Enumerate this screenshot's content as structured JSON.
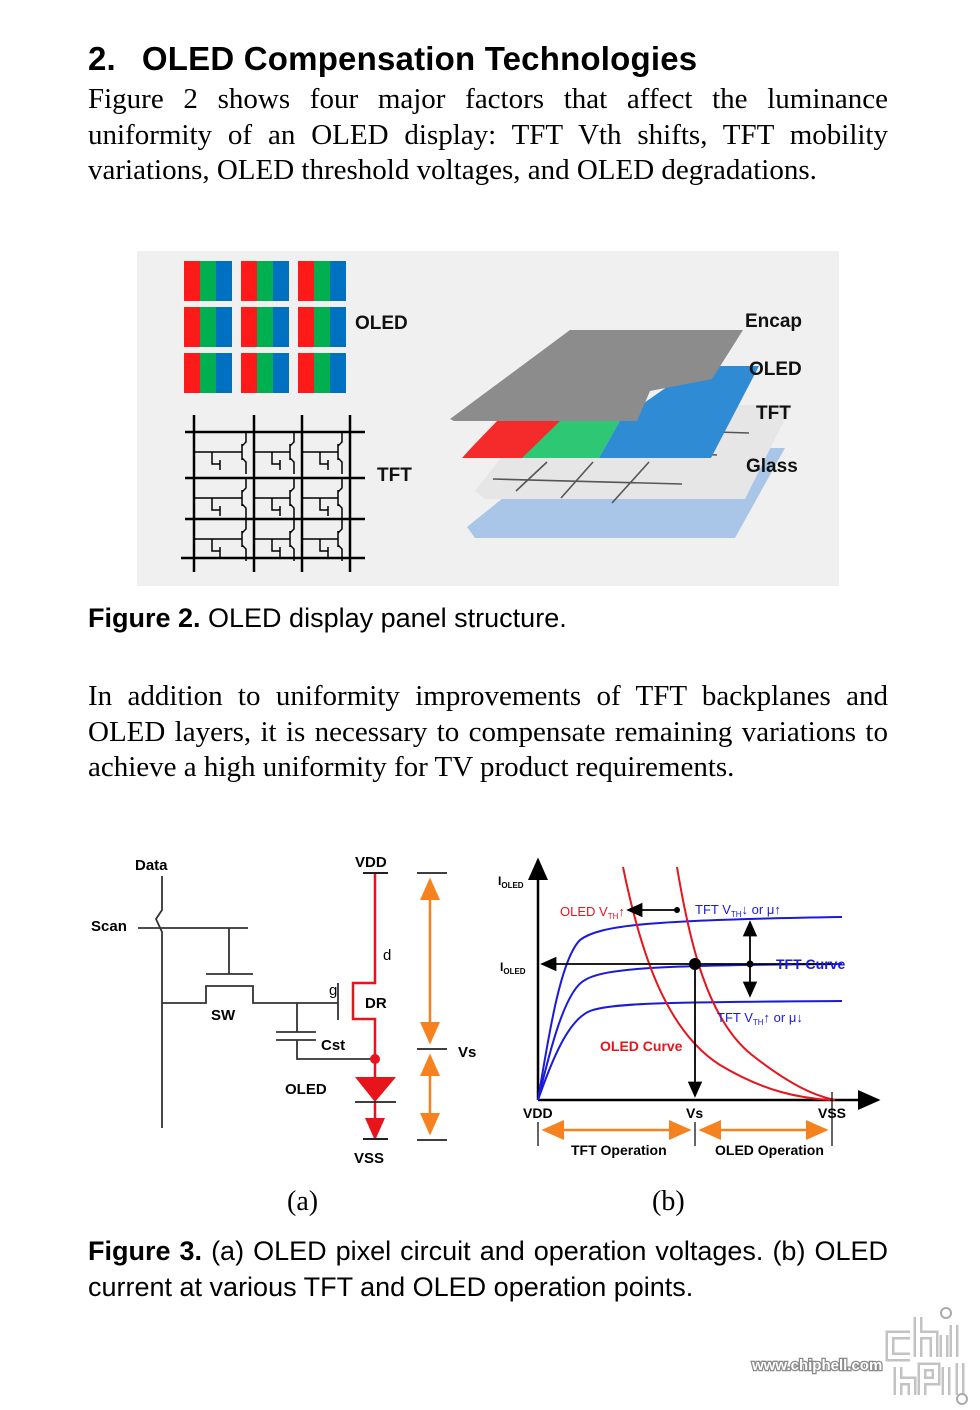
{
  "section": {
    "number": "2.",
    "title": "OLED Compensation Technologies"
  },
  "paragraphs": [
    "Figure 2 shows four major factors that affect the luminance uniformity of an OLED display: TFT Vth shifts, TFT mobility variations, OLED threshold voltages, and OLED degradations.",
    "In addition to uniformity improvements of TFT backplanes and OLED layers, it is necessary to compensate remaining variations to achieve a high uniformity for TV product requirements."
  ],
  "figure2": {
    "labels": {
      "oled_grid": "OLED",
      "tft_grid": "TFT",
      "encap": "Encap",
      "oled_layer": "OLED",
      "tft_layer": "TFT",
      "glass": "Glass"
    },
    "colors": {
      "red": "#ff1a1a",
      "green": "#00b050",
      "blue": "#0070c0",
      "encap": "#8c8c8c",
      "layer_blue": "#2e8bd4",
      "layer_green": "#2ec774",
      "layer_red": "#f52a2a",
      "tft_layer": "#e4e4e4",
      "glass": "#a9c6e8",
      "background": "#f0f0f0"
    },
    "caption_label": "Figure 2.",
    "caption_text": " OLED display panel structure."
  },
  "figure3": {
    "circuit": {
      "data": "Data",
      "scan": "Scan",
      "sw": "SW",
      "cst": "Cst",
      "g": "g",
      "d": "d",
      "dr": "DR",
      "vdd": "VDD",
      "vss": "VSS",
      "vs": "Vs",
      "oled": "OLED"
    },
    "graph": {
      "y_label_main": "I",
      "y_label_sub": "OLED",
      "ioled_main": "I",
      "ioled_sub": "OLED",
      "x_vdd": "VDD",
      "x_vs": "Vs",
      "x_vss": "VSS",
      "oled_vth_main": "OLED V",
      "oled_vth_sub": "TH",
      "oled_vth_arrow": "↑",
      "tft_up_pre": "TFT V",
      "tft_up_sub": "TH",
      "tft_up_post": "↓ or μ↑",
      "tft_curve": "TFT Curve",
      "tft_down_pre": "TFT V",
      "tft_down_sub": "TH",
      "tft_down_post": "↑ or μ↓",
      "oled_curve": "OLED Curve",
      "tft_operation": "TFT Operation",
      "oled_operation": "OLED Operation"
    },
    "colors": {
      "red": "#e8141c",
      "blue": "#1a1adc",
      "orange": "#f5821f",
      "black": "#000000"
    },
    "sublabel_a": "(a)",
    "sublabel_b": "(b)",
    "caption_label": "Figure 3.",
    "caption_text": " (a) OLED pixel circuit and operation voltages. (b) OLED current at various TFT and OLED operation points."
  },
  "watermark": {
    "url": "www.chiphell.com",
    "logo": "chip hell"
  }
}
